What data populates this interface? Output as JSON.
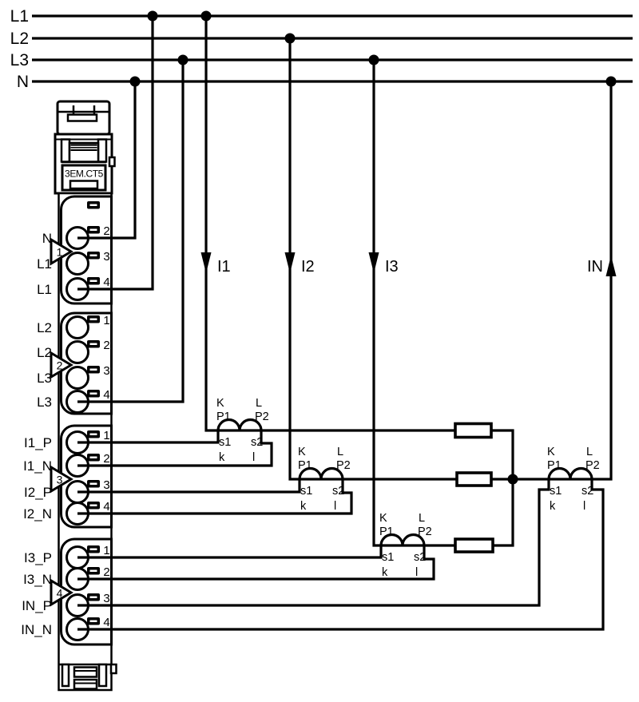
{
  "colors": {
    "line": "#000000",
    "background": "#ffffff"
  },
  "bus_lines": [
    {
      "label": "L1"
    },
    {
      "label": "L2"
    },
    {
      "label": "L3"
    },
    {
      "label": "N"
    }
  ],
  "current_arrows": [
    {
      "label": "I1",
      "direction": "down"
    },
    {
      "label": "I2",
      "direction": "down"
    },
    {
      "label": "I3",
      "direction": "down"
    },
    {
      "label": "IN",
      "direction": "up"
    }
  ],
  "ct_labels": {
    "primary_left_top": "K",
    "primary_left_bottom": "P1",
    "primary_right_top": "L",
    "primary_right_bottom": "P2",
    "secondary_left_top": "s1",
    "secondary_left_bottom": "k",
    "secondary_right_top": "s2",
    "secondary_right_bottom": "l"
  },
  "module": {
    "model": "3EM.CT5",
    "terminal_groups": [
      {
        "group_number": "1",
        "terminals": [
          {
            "number": "2",
            "label": "N"
          },
          {
            "number": "3",
            "label": "L1"
          },
          {
            "number": "4",
            "label": "L1"
          }
        ]
      },
      {
        "group_number": "2",
        "terminals": [
          {
            "number": "1",
            "label": "L2"
          },
          {
            "number": "2",
            "label": "L2"
          },
          {
            "number": "3",
            "label": "L3"
          },
          {
            "number": "4",
            "label": "L3"
          }
        ]
      },
      {
        "group_number": "3",
        "terminals": [
          {
            "number": "1",
            "label": "I1_P"
          },
          {
            "number": "2",
            "label": "I1_N"
          },
          {
            "number": "3",
            "label": "I2_P"
          },
          {
            "number": "4",
            "label": "I2_N"
          }
        ]
      },
      {
        "group_number": "4",
        "terminals": [
          {
            "number": "1",
            "label": "I3_P"
          },
          {
            "number": "2",
            "label": "I3_N"
          },
          {
            "number": "3",
            "label": "IN_P"
          },
          {
            "number": "4",
            "label": "IN_N"
          }
        ]
      }
    ]
  }
}
